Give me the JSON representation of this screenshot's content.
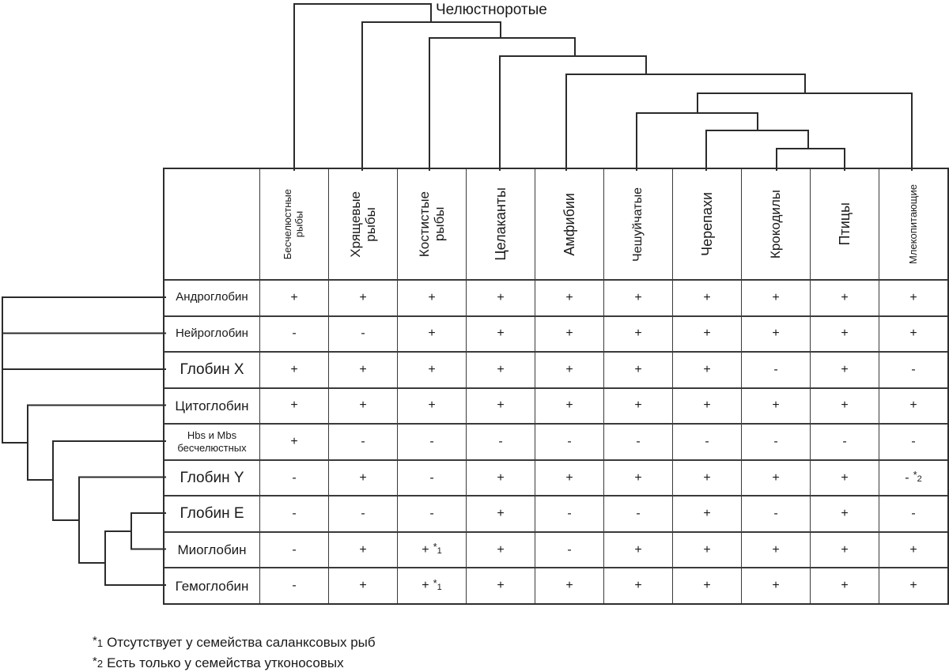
{
  "diagram": {
    "top_tree_label": "Челюстноротые",
    "table": {
      "columns": [
        "Бесчелюстные\nрыбы",
        "Хрящевые\nрыбы",
        "Костистые\nрыбы",
        "Целаканты",
        "Амфибии",
        "Чешуйчатые",
        "Черепахи",
        "Крокодилы",
        "Птицы",
        "Млекопитающие"
      ],
      "rows": [
        {
          "label": "Андроглобин",
          "values": [
            "+",
            "+",
            "+",
            "+",
            "+",
            "+",
            "+",
            "+",
            "+",
            "+"
          ]
        },
        {
          "label": "Нейроглобин",
          "values": [
            "-",
            "-",
            "+",
            "+",
            "+",
            "+",
            "+",
            "+",
            "+",
            "+"
          ]
        },
        {
          "label": "Глобин X",
          "values": [
            "+",
            "+",
            "+",
            "+",
            "+",
            "+",
            "+",
            "-",
            "+",
            "-"
          ]
        },
        {
          "label": "Цитоглобин",
          "values": [
            "+",
            "+",
            "+",
            "+",
            "+",
            "+",
            "+",
            "+",
            "+",
            "+"
          ]
        },
        {
          "label": "Hbs и Mbs\nбесчелюстных",
          "values": [
            "+",
            "-",
            "-",
            "-",
            "-",
            "-",
            "-",
            "-",
            "-",
            "-"
          ]
        },
        {
          "label": "Глобин Y",
          "values": [
            "-",
            "+",
            "-",
            "+",
            "+",
            "+",
            "+",
            "+",
            "+",
            "-*2"
          ]
        },
        {
          "label": "Глобин E",
          "values": [
            "-",
            "-",
            "-",
            "+",
            "-",
            "-",
            "+",
            "-",
            "+",
            "-"
          ]
        },
        {
          "label": "Миоглобин",
          "values": [
            "-",
            "+",
            "+*1",
            "+",
            "-",
            "+",
            "+",
            "+",
            "+",
            "+"
          ]
        },
        {
          "label": "Гемоглобин",
          "values": [
            "-",
            "+",
            "+*1",
            "+",
            "+",
            "+",
            "+",
            "+",
            "+",
            "+"
          ]
        }
      ]
    },
    "footnotes": [
      {
        "marker": "*1",
        "text": "Отсутствует у семейства саланксовых рыб"
      },
      {
        "marker": "*2",
        "text": "Есть только у семейства утконосовых"
      }
    ],
    "colors": {
      "tree_line": "#2b2b2b",
      "table_border": "#3a3a3a",
      "text": "#1a1a1a"
    }
  }
}
